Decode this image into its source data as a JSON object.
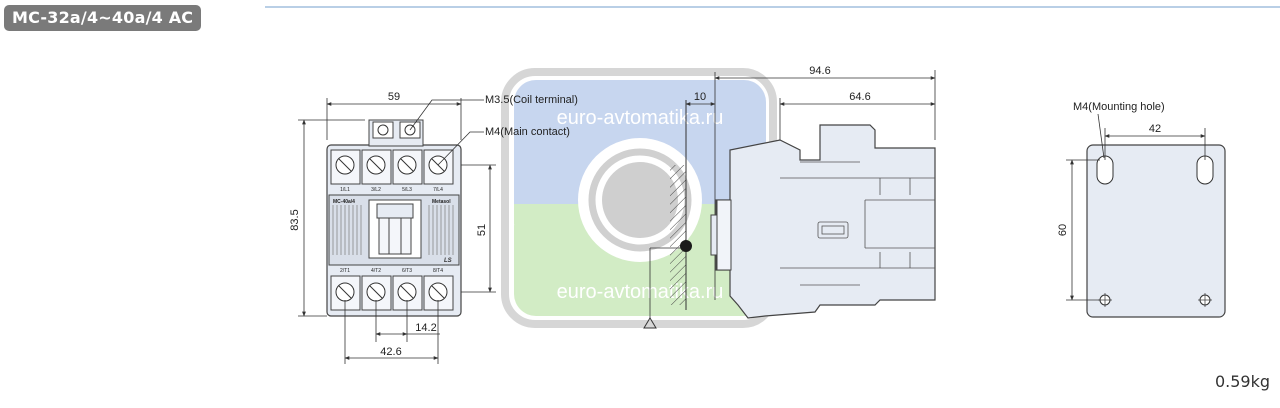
{
  "header": {
    "model_label": "MC-32a/4~40a/4 AC"
  },
  "front_view": {
    "width_dim": "59",
    "height_dim": "83.5",
    "inner_height_dim": "51",
    "pitch_dim": "14.2",
    "bottom_width_dim": "42.6",
    "coil_terminal_label": "M3.5(Coil terminal)",
    "main_contact_label": "M4(Main contact)",
    "top_terminals": [
      "1/L1",
      "3/L2",
      "5/L3",
      "7/L4"
    ],
    "bottom_terminals": [
      "2/T1",
      "4/T2",
      "6/T3",
      "8/T4"
    ],
    "model_plate": "MC-40a/4",
    "brand_plate": "Metasol",
    "logo": "LS"
  },
  "side_view": {
    "total_depth_dim": "94.6",
    "body_depth_dim": "64.6",
    "offset_dim": "10"
  },
  "mounting_view": {
    "hole_label": "M4(Mounting hole)",
    "hole_spacing_dim": "42",
    "height_dim": "60"
  },
  "watermark": {
    "text": "euro-avtomatika.ru"
  },
  "footer": {
    "weight": "0.59kg"
  }
}
